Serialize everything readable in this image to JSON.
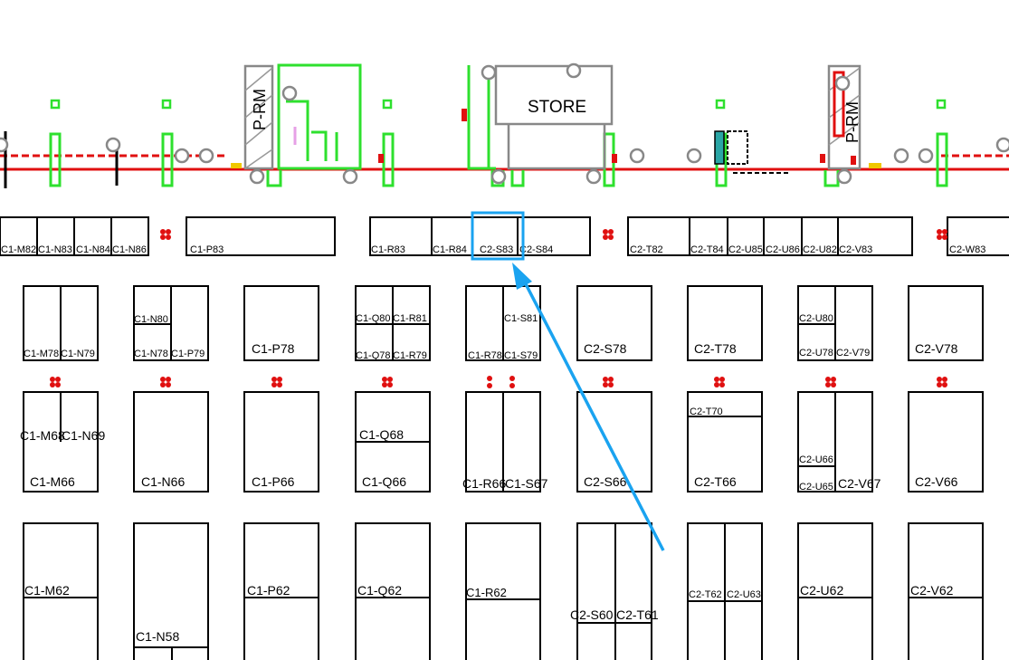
{
  "labels": {
    "store": "STORE",
    "prm_left": "P-RM",
    "prm_right": "P-RM"
  },
  "booths": {
    "row83": [
      "C1-M82",
      "C1-N83",
      "C1-N84",
      "C1-N86",
      "C1-P83",
      "C1-R83",
      "C1-R84",
      "C2-S83",
      "C2-S84",
      "C2-T82",
      "C2-T84",
      "C2-U85",
      "C2-U86",
      "C2-U82",
      "C2-V83",
      "C2-W83"
    ],
    "row78": [
      "C1-M78",
      "C1-N79",
      "C1-N80",
      "C1-N78",
      "C1-P79",
      "C1-P78",
      "C1-Q80",
      "C1-R81",
      "C1-Q78",
      "C1-R79",
      "C1-S81",
      "C1-R78",
      "C1-S79",
      "C2-S78",
      "C2-T78",
      "C2-U80",
      "C2-U78",
      "C2-V79",
      "C2-V78"
    ],
    "row66": [
      "C1-M68",
      "C1-N69",
      "C1-M66",
      "C1-N66",
      "C1-P66",
      "C1-Q68",
      "C1-Q66",
      "C1-R66",
      "C1-S67",
      "C2-S66",
      "C2-T70",
      "C2-T66",
      "C2-U66",
      "C2-U65",
      "C2-V67",
      "C2-V66"
    ],
    "row62": [
      "C1-M62",
      "C1-N58",
      "C1-P62",
      "C1-Q62",
      "C1-R62",
      "C2-S60",
      "C2-T61",
      "C2-T62",
      "C2-U63",
      "C2-U62",
      "C2-V62"
    ]
  },
  "highlight": {
    "booth": "C2-S83",
    "color": "#1aa3f0"
  },
  "colors": {
    "wall": "#e01010",
    "structure": "#2ee02e",
    "outline": "#000000",
    "gray": "#888888"
  }
}
